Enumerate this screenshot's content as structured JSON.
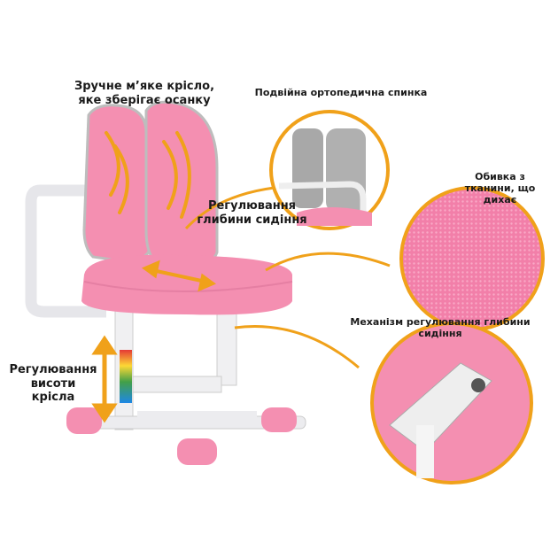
{
  "labels": {
    "comfort": "Зручне м’яке крісло, яке зберігає осанку",
    "backrest": "Подвійна ортопедична спинка",
    "fabric": "Обивка з тканини, що дихає",
    "depth": "Регулювання глибини сидіння",
    "mechanism": "Механізм регулювання глибини сидіння",
    "height": "Регулювання висоти крісла"
  },
  "colors": {
    "accent": "#f0a11a",
    "pink": "#f48fb1",
    "frame": "#e9e9ec",
    "gray": "#9e9e9e"
  }
}
